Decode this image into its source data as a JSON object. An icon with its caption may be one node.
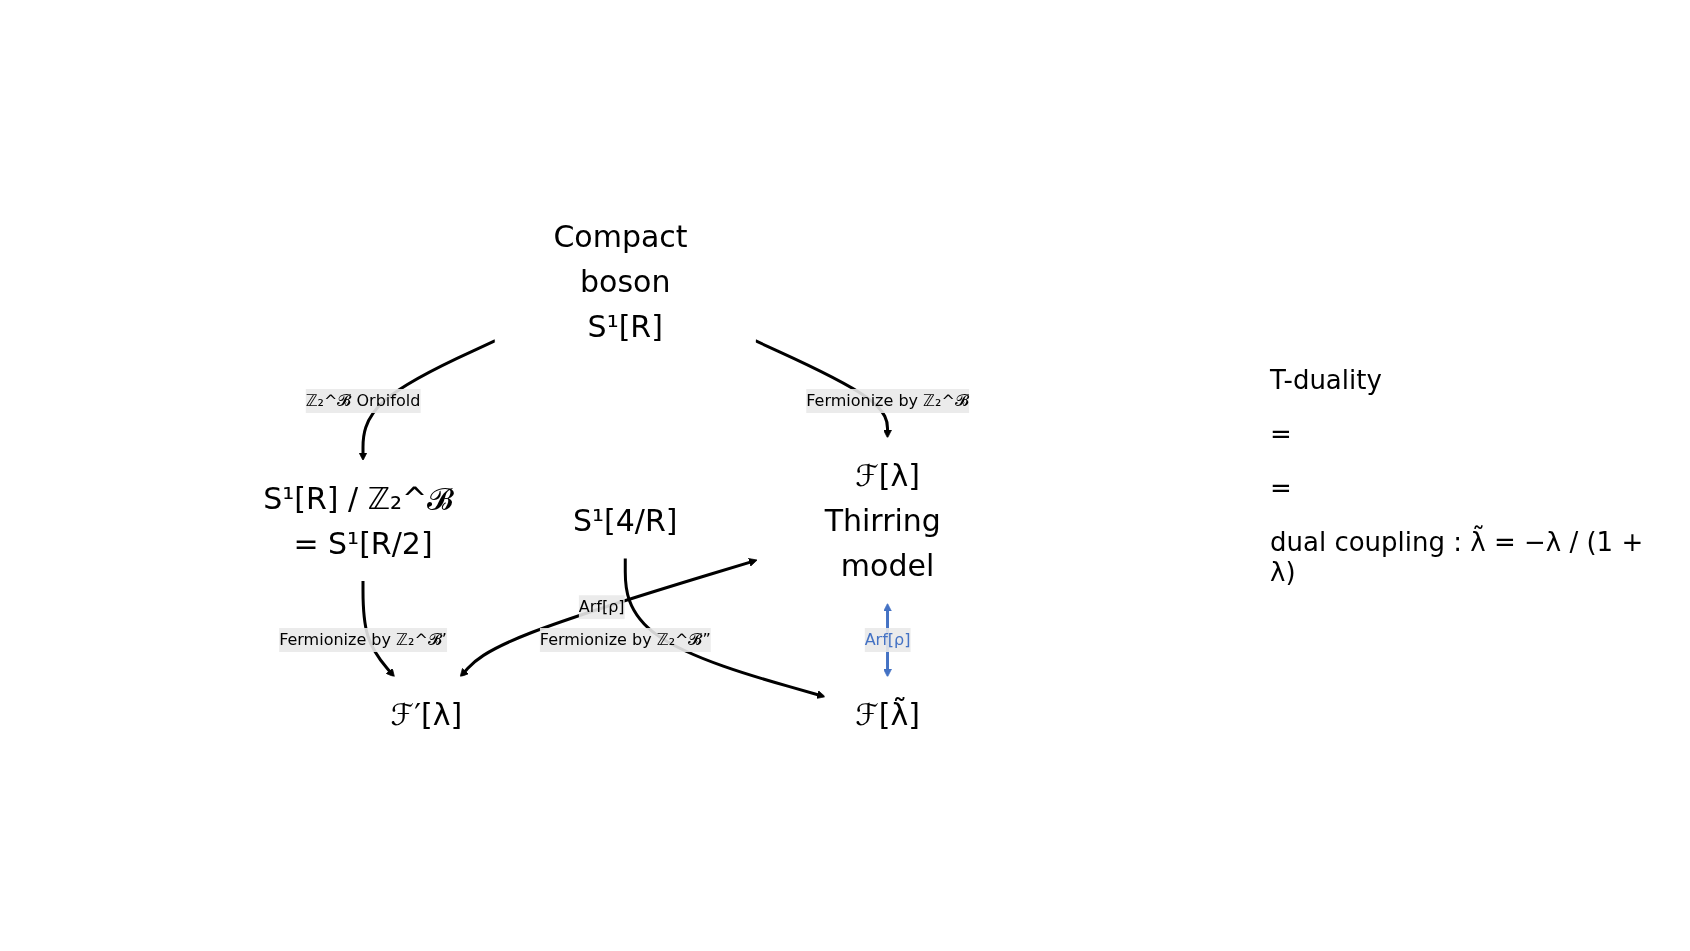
{
  "diagram": {
    "nodes": [
      {
        "text": [
          "Compact boson",
          "S¹[R]"
        ]
      },
      {
        "text": [
          "S¹[R] / ℤ₂^𝓑 = S¹[R/2]"
        ]
      },
      {
        "text": [
          "S¹[4/R]"
        ]
      },
      {
        "text": [
          "ℱ[λ]",
          "Thirring model"
        ]
      },
      {
        "text": [
          "ℱ′[λ]"
        ]
      },
      {
        "text": [
          "ℱ[λ̃]"
        ]
      }
    ],
    "edges": [
      {
        "from": 0,
        "to": 1,
        "arrow": "to",
        "label": "ℤ₂^𝓑 Orbifold"
      },
      {
        "from": 0,
        "to": 3,
        "arrow": "to",
        "label": "Fermionize by ℤ₂^𝓑"
      },
      {
        "from": 1,
        "to": 4,
        "arrow": "to",
        "label": "Fermionize by ℤ₂^𝓑’"
      },
      {
        "from": 2,
        "to": 5,
        "arrow": "to",
        "label": "Fermionize by ℤ₂^𝓑”"
      },
      {
        "from": 3,
        "to": 4,
        "arrow": "both",
        "label": "Arf[ρ]"
      },
      {
        "from": 3,
        "to": 5,
        "arrow": "both",
        "label": "Arf[ρ]",
        "color": "#4472c4"
      }
    ],
    "labels": [
      "T-duality",
      "=",
      "=",
      "dual coupling : λ̃ = −λ / (1 + λ)"
    ]
  }
}
